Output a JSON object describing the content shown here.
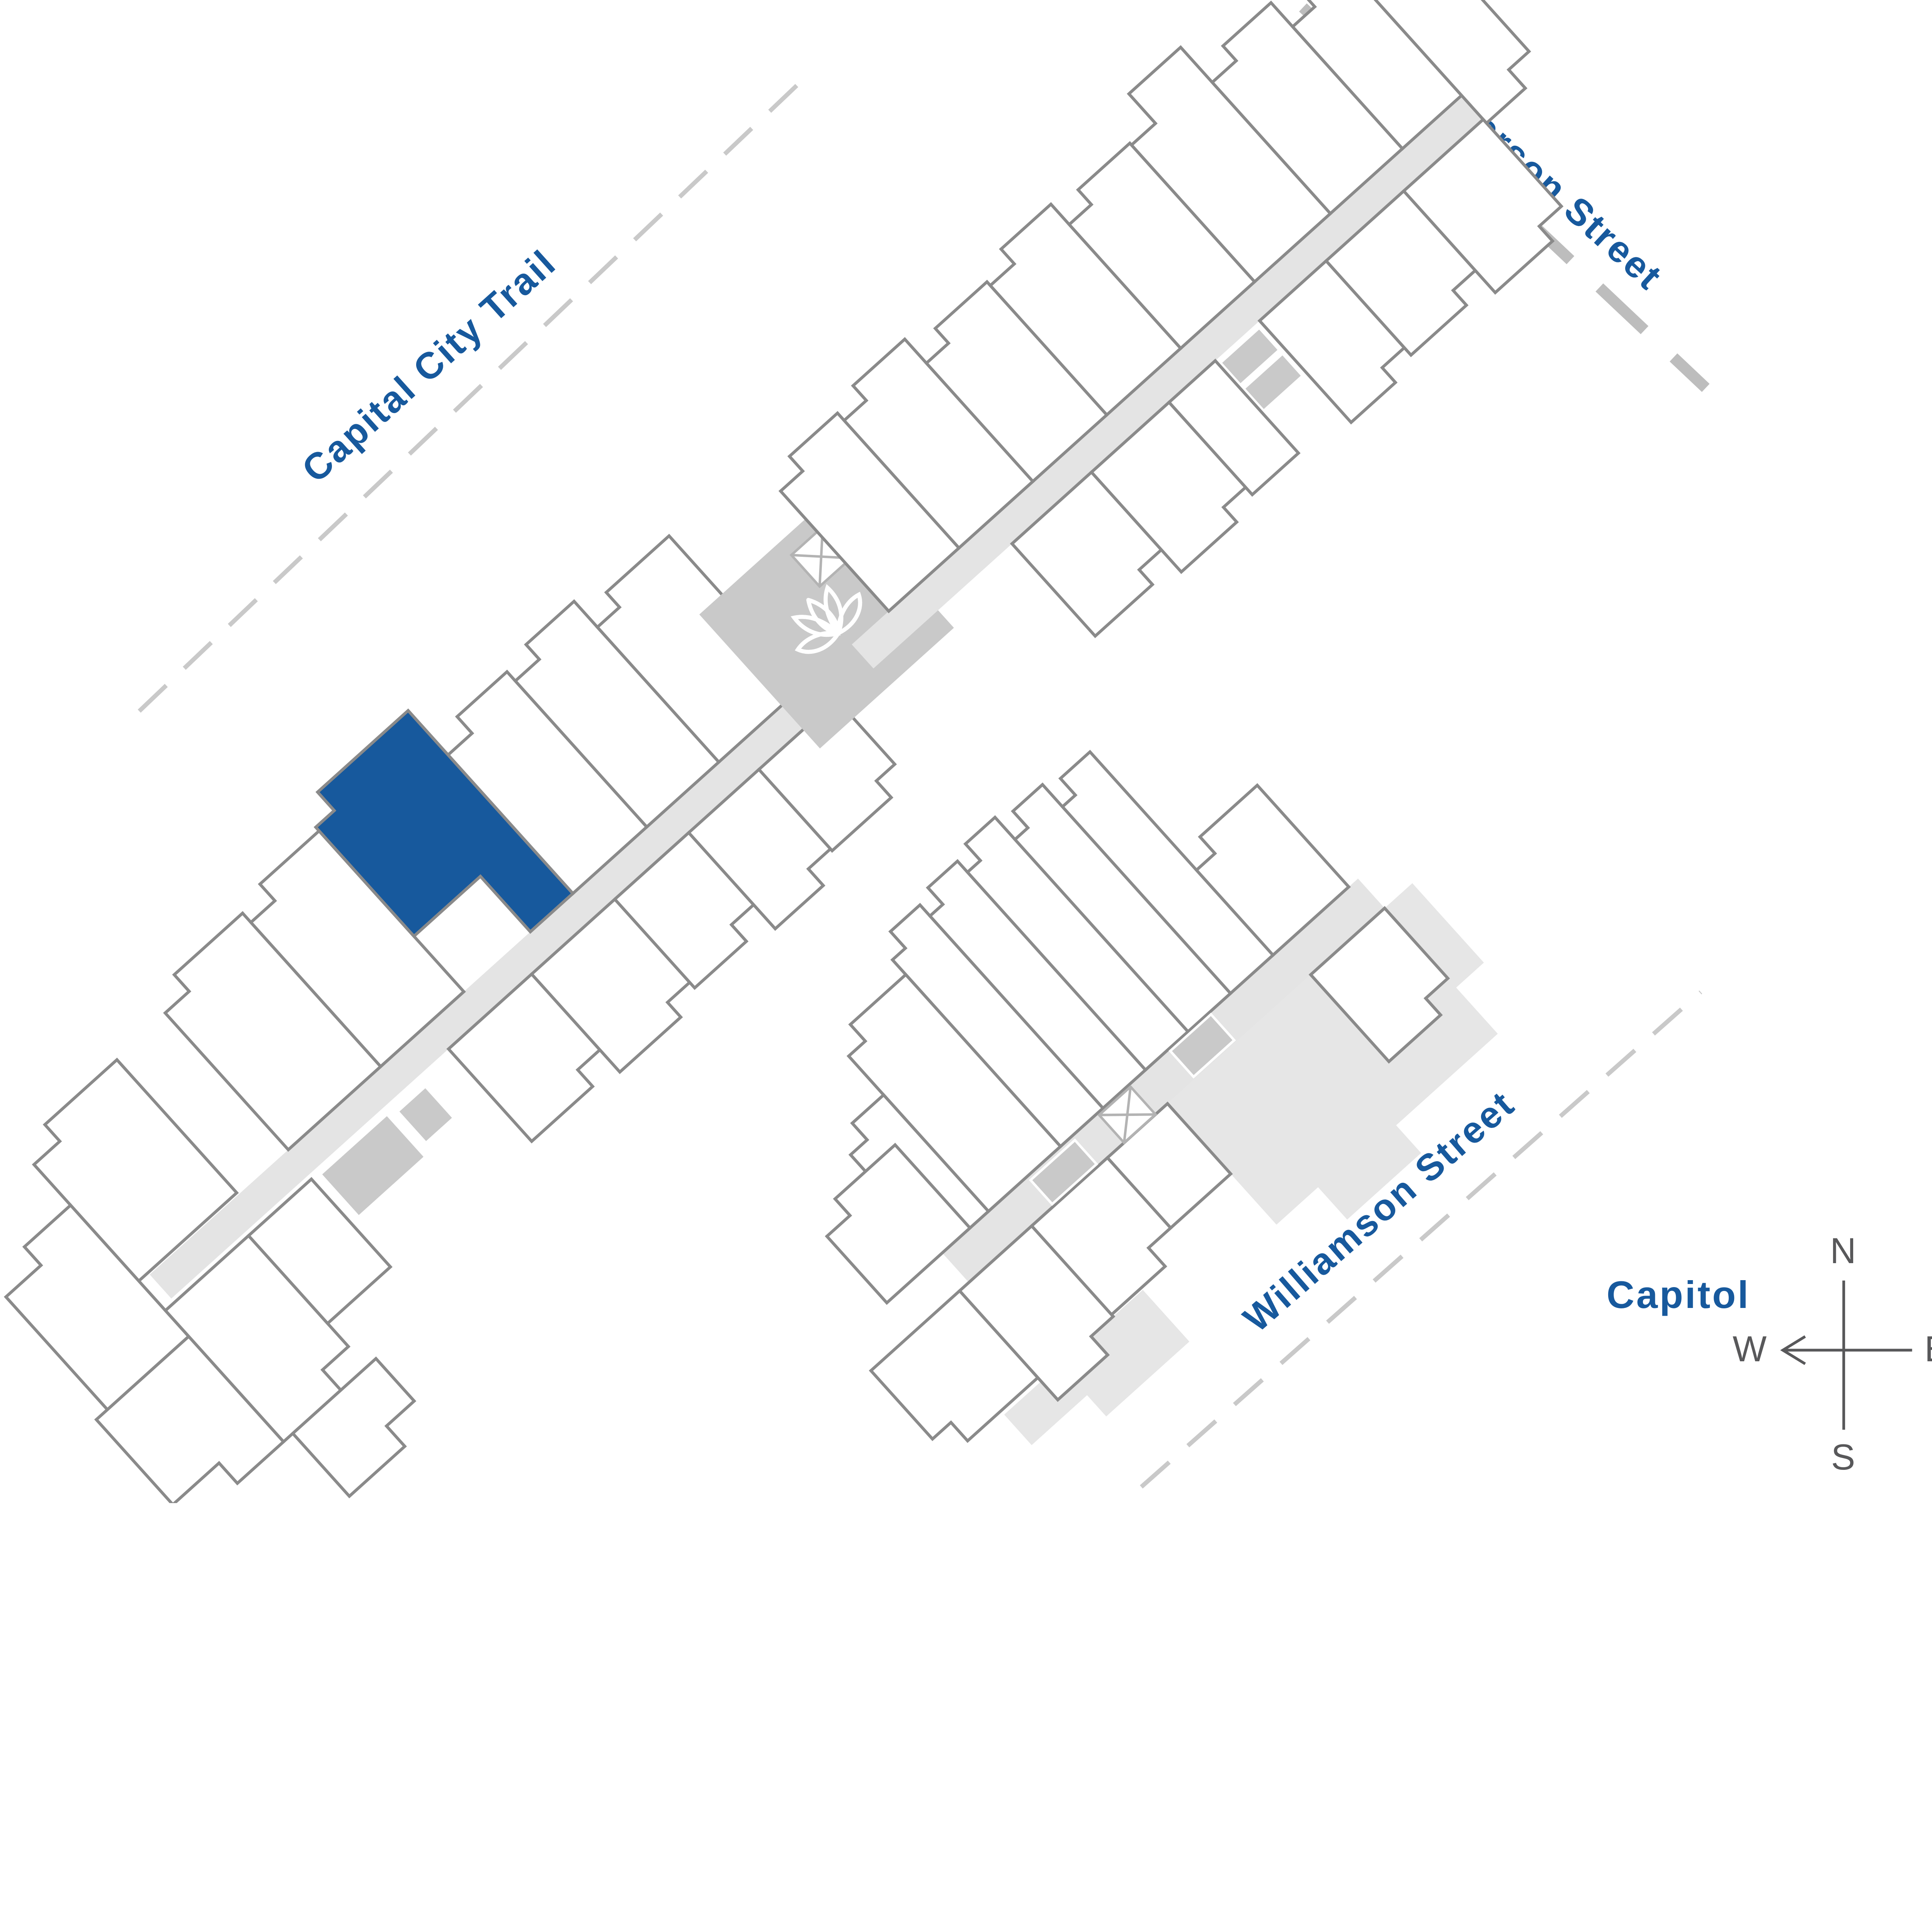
{
  "labels": {
    "trail": "Capital City Trail",
    "paterson": "S Paterson Street",
    "williamson": "Williamson Street",
    "capitol": "Capitol"
  },
  "compass": {
    "north": "N",
    "east": "E",
    "south": "S",
    "west": "W"
  },
  "colors": {
    "accent": "#17599d",
    "highlight_unit": "#17599d",
    "outline": "#8a8a8a",
    "street_dash": "#c9c9c9",
    "corridor": "#e4e4e4",
    "patch": "#c9c9c9",
    "terrace": "#e6e6e6",
    "compass": "#58585a"
  },
  "icons": {
    "lotus-icon": "spa-courtyard",
    "stair-x-icon": "stairwell",
    "compass-rose": "orientation"
  }
}
